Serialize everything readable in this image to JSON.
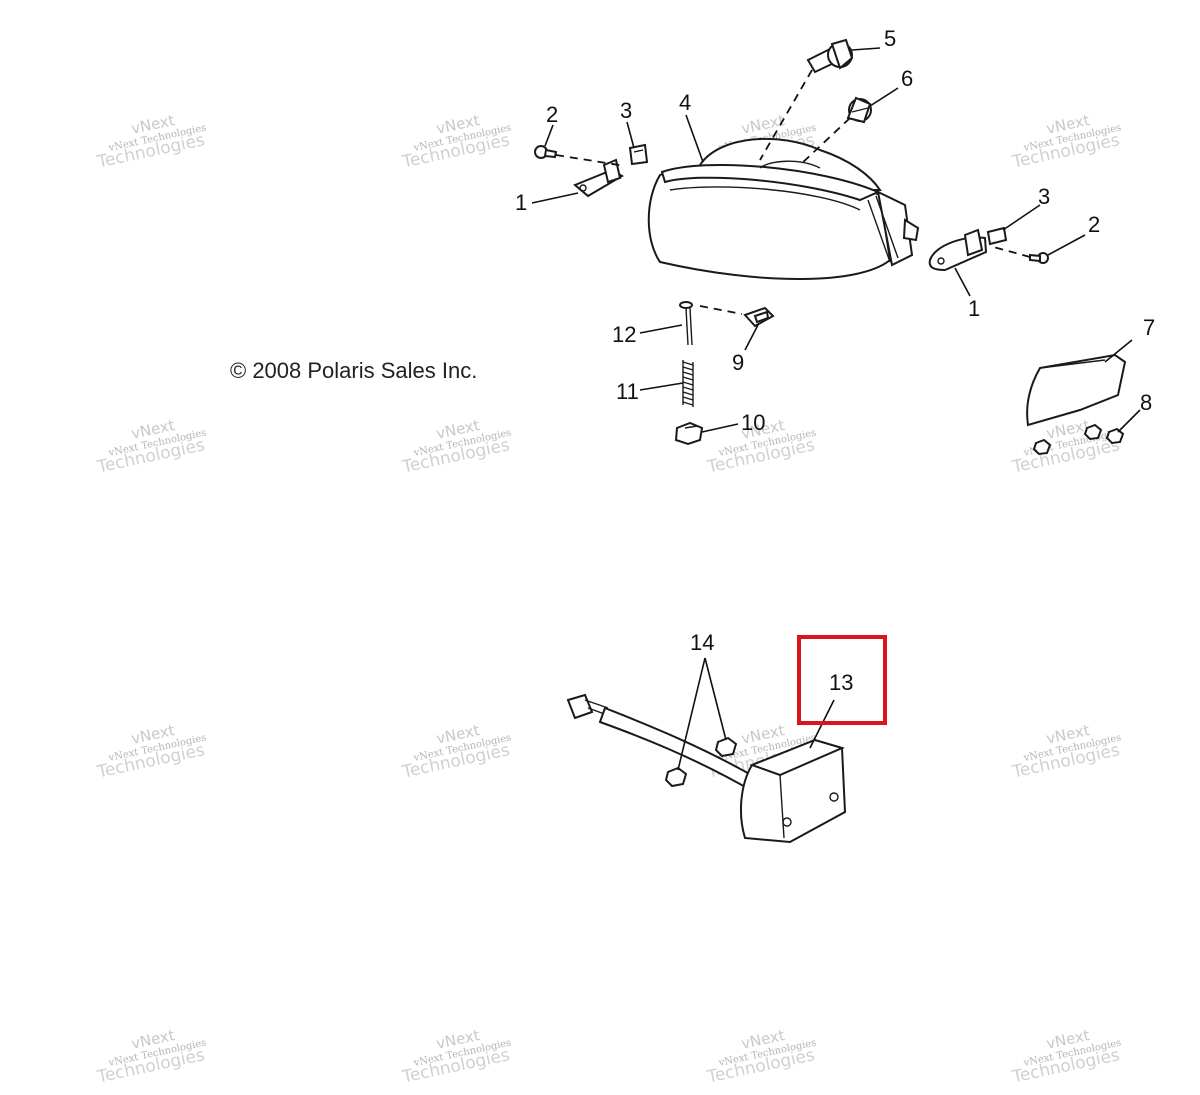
{
  "copyright": "© 2008 Polaris Sales Inc.",
  "watermark": {
    "line1": "vNext",
    "line2": "vNext Technologies",
    "line3": "Technologies"
  },
  "callouts": {
    "c1a": "1",
    "c1b": "1",
    "c2a": "2",
    "c2b": "2",
    "c3a": "3",
    "c3b": "3",
    "c4": "4",
    "c5": "5",
    "c6": "6",
    "c7": "7",
    "c8": "8",
    "c9": "9",
    "c10": "10",
    "c11": "11",
    "c12": "12",
    "c13": "13",
    "c14": "14"
  },
  "highlight": {
    "part": "13",
    "color": "#d9141b"
  }
}
